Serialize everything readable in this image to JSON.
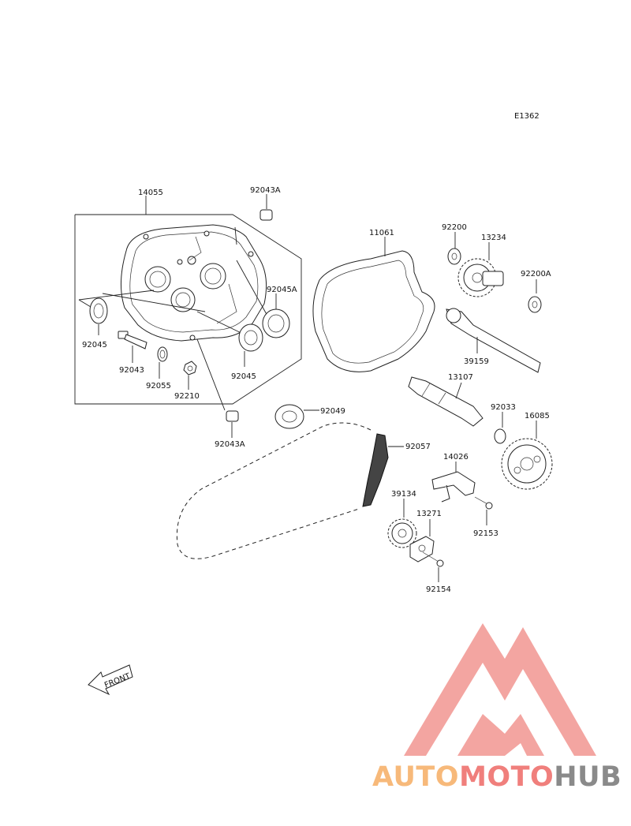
{
  "diagram_code": "E1362",
  "front_label": "FRONT",
  "parts": {
    "p14055": "14055",
    "p92043A_top": "92043A",
    "p92045A": "92045A",
    "p92045_left": "92045",
    "p92045_mid": "92045",
    "p92043": "92043",
    "p92055": "92055",
    "p92210": "92210",
    "p92043A_bottom": "92043A",
    "p11061": "11061",
    "p92200": "92200",
    "p13234": "13234",
    "p92200A": "92200A",
    "p39159": "39159",
    "p13107": "13107",
    "p92033": "92033",
    "p16085": "16085",
    "p92049": "92049",
    "p92057": "92057",
    "p14026": "14026",
    "p39134": "39134",
    "p13271": "13271",
    "p92153": "92153",
    "p92154": "92154"
  },
  "watermark": {
    "part1": "AUTO",
    "part2": "MOTO",
    "part3": "HUB",
    "colors": {
      "auto": "#f7b97a",
      "moto": "#f07f7c",
      "hub": "#8a8a8a",
      "triangle": "#f29b97"
    }
  }
}
